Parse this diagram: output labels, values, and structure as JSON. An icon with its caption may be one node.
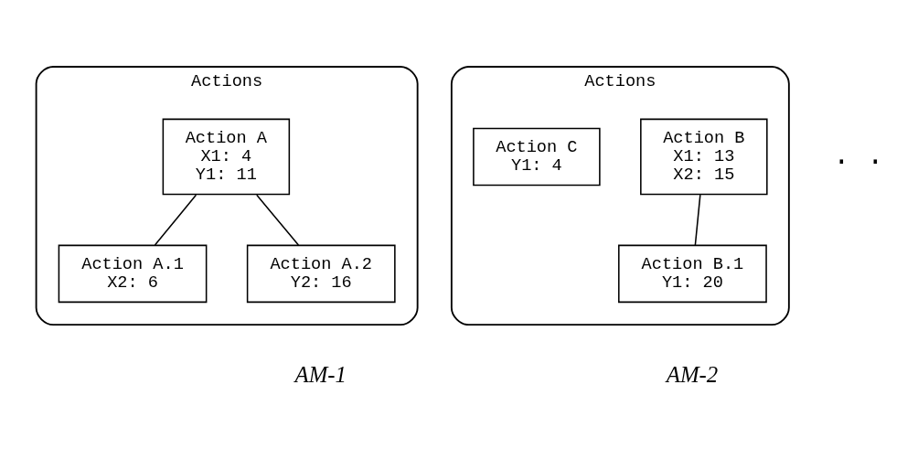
{
  "diagram": {
    "nodes": [
      {
        "text": [
          "Actions"
        ],
        "beside": [
          "AM-1"
        ]
      },
      {
        "text": [
          "Action A",
          "X1: 4",
          "Y1: 11"
        ],
        "in": 0
      },
      {
        "text": [
          "Action A.1",
          "X2: 6"
        ],
        "in": 0
      },
      {
        "text": [
          "Action A.2",
          "Y2: 16"
        ],
        "in": 0
      },
      {
        "text": [
          "Actions"
        ],
        "beside": [
          "AM-2"
        ]
      },
      {
        "text": [
          "Action B",
          "X1: 13",
          "X2: 15"
        ],
        "in": 4
      },
      {
        "text": [
          "Action C",
          "Y1: 4"
        ],
        "in": 4
      },
      {
        "text": [
          "Action B.1",
          "Y1: 20"
        ],
        "in": 4
      }
    ],
    "edges": [
      {
        "from": 1,
        "to": 2,
        "arrow": "none"
      },
      {
        "from": 1,
        "to": 3,
        "arrow": "none"
      },
      {
        "from": 5,
        "to": 7,
        "arrow": "none"
      }
    ],
    "labels": [
      ". ."
    ]
  }
}
